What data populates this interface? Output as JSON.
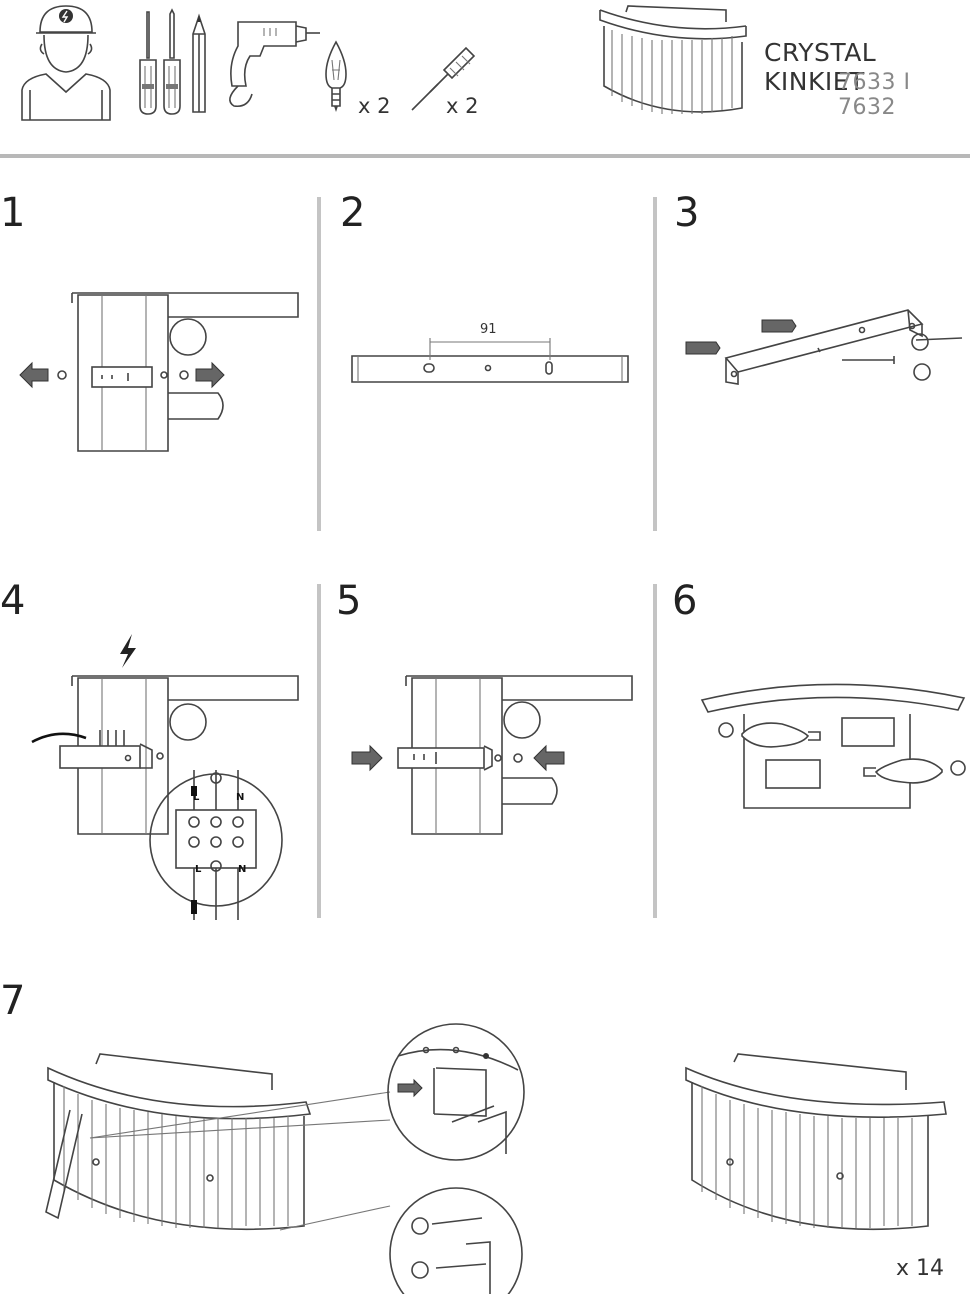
{
  "header": {
    "product_name": "CRYSTAL KINKIET",
    "product_codes": "7633 I 7632",
    "bulb_qty": "x 2",
    "anchor_qty": "x 2"
  },
  "tools": {
    "icons": [
      "electrician-icon",
      "screwdriver-flat-icon",
      "screwdriver-phillips-icon",
      "pencil-icon",
      "drill-icon",
      "bulb-icon",
      "wall-anchor-icon"
    ]
  },
  "steps": {
    "s1": "1",
    "s2": "2",
    "s3": "3",
    "s4": "4",
    "s5": "5",
    "s6": "6",
    "s7": "7"
  },
  "step2": {
    "dimension": "91"
  },
  "step4": {
    "terminal_top_L": "L",
    "terminal_top_N": "N",
    "terminal_bottom_L": "L",
    "terminal_bottom_N": "N"
  },
  "step7": {
    "crystal_qty": "x 14"
  },
  "colors": {
    "line": "#444444",
    "arrow": "#666666",
    "divider": "#b8b8b8"
  }
}
